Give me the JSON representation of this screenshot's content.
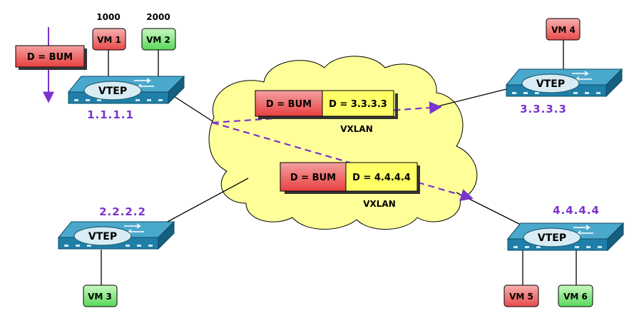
{
  "colors": {
    "red_box": "#f07070",
    "green_box": "#88e888",
    "yellow_box": "#ffff66",
    "cloud": "#ffff99",
    "vtep_body": "#1f7fa8",
    "vtep_oval": "#d8ecf4",
    "ip_text": "#7a33cc",
    "tunnel": "#7a33cc"
  },
  "vteps": {
    "v1": {
      "label": "VTEP",
      "ip": "1.1.1.1"
    },
    "v2": {
      "label": "VTEP",
      "ip": "2.2.2.2"
    },
    "v3": {
      "label": "VTEP",
      "ip": "3.3.3.3"
    },
    "v4": {
      "label": "VTEP",
      "ip": "4.4.4.4"
    }
  },
  "vms": {
    "vm1": {
      "label": "VM 1",
      "vlan": "1000"
    },
    "vm2": {
      "label": "VM 2",
      "vlan": "2000"
    },
    "vm3": {
      "label": "VM 3"
    },
    "vm4": {
      "label": "VM 4"
    },
    "vm5": {
      "label": "VM 5"
    },
    "vm6": {
      "label": "VM 6"
    }
  },
  "frames": {
    "source": {
      "dest": "D = BUM"
    },
    "packet1": {
      "inner": "D = BUM",
      "outer": "D = 3.3.3.3",
      "label": "VXLAN"
    },
    "packet2": {
      "inner": "D = BUM",
      "outer": "D = 4.4.4.4",
      "label": "VXLAN"
    }
  }
}
